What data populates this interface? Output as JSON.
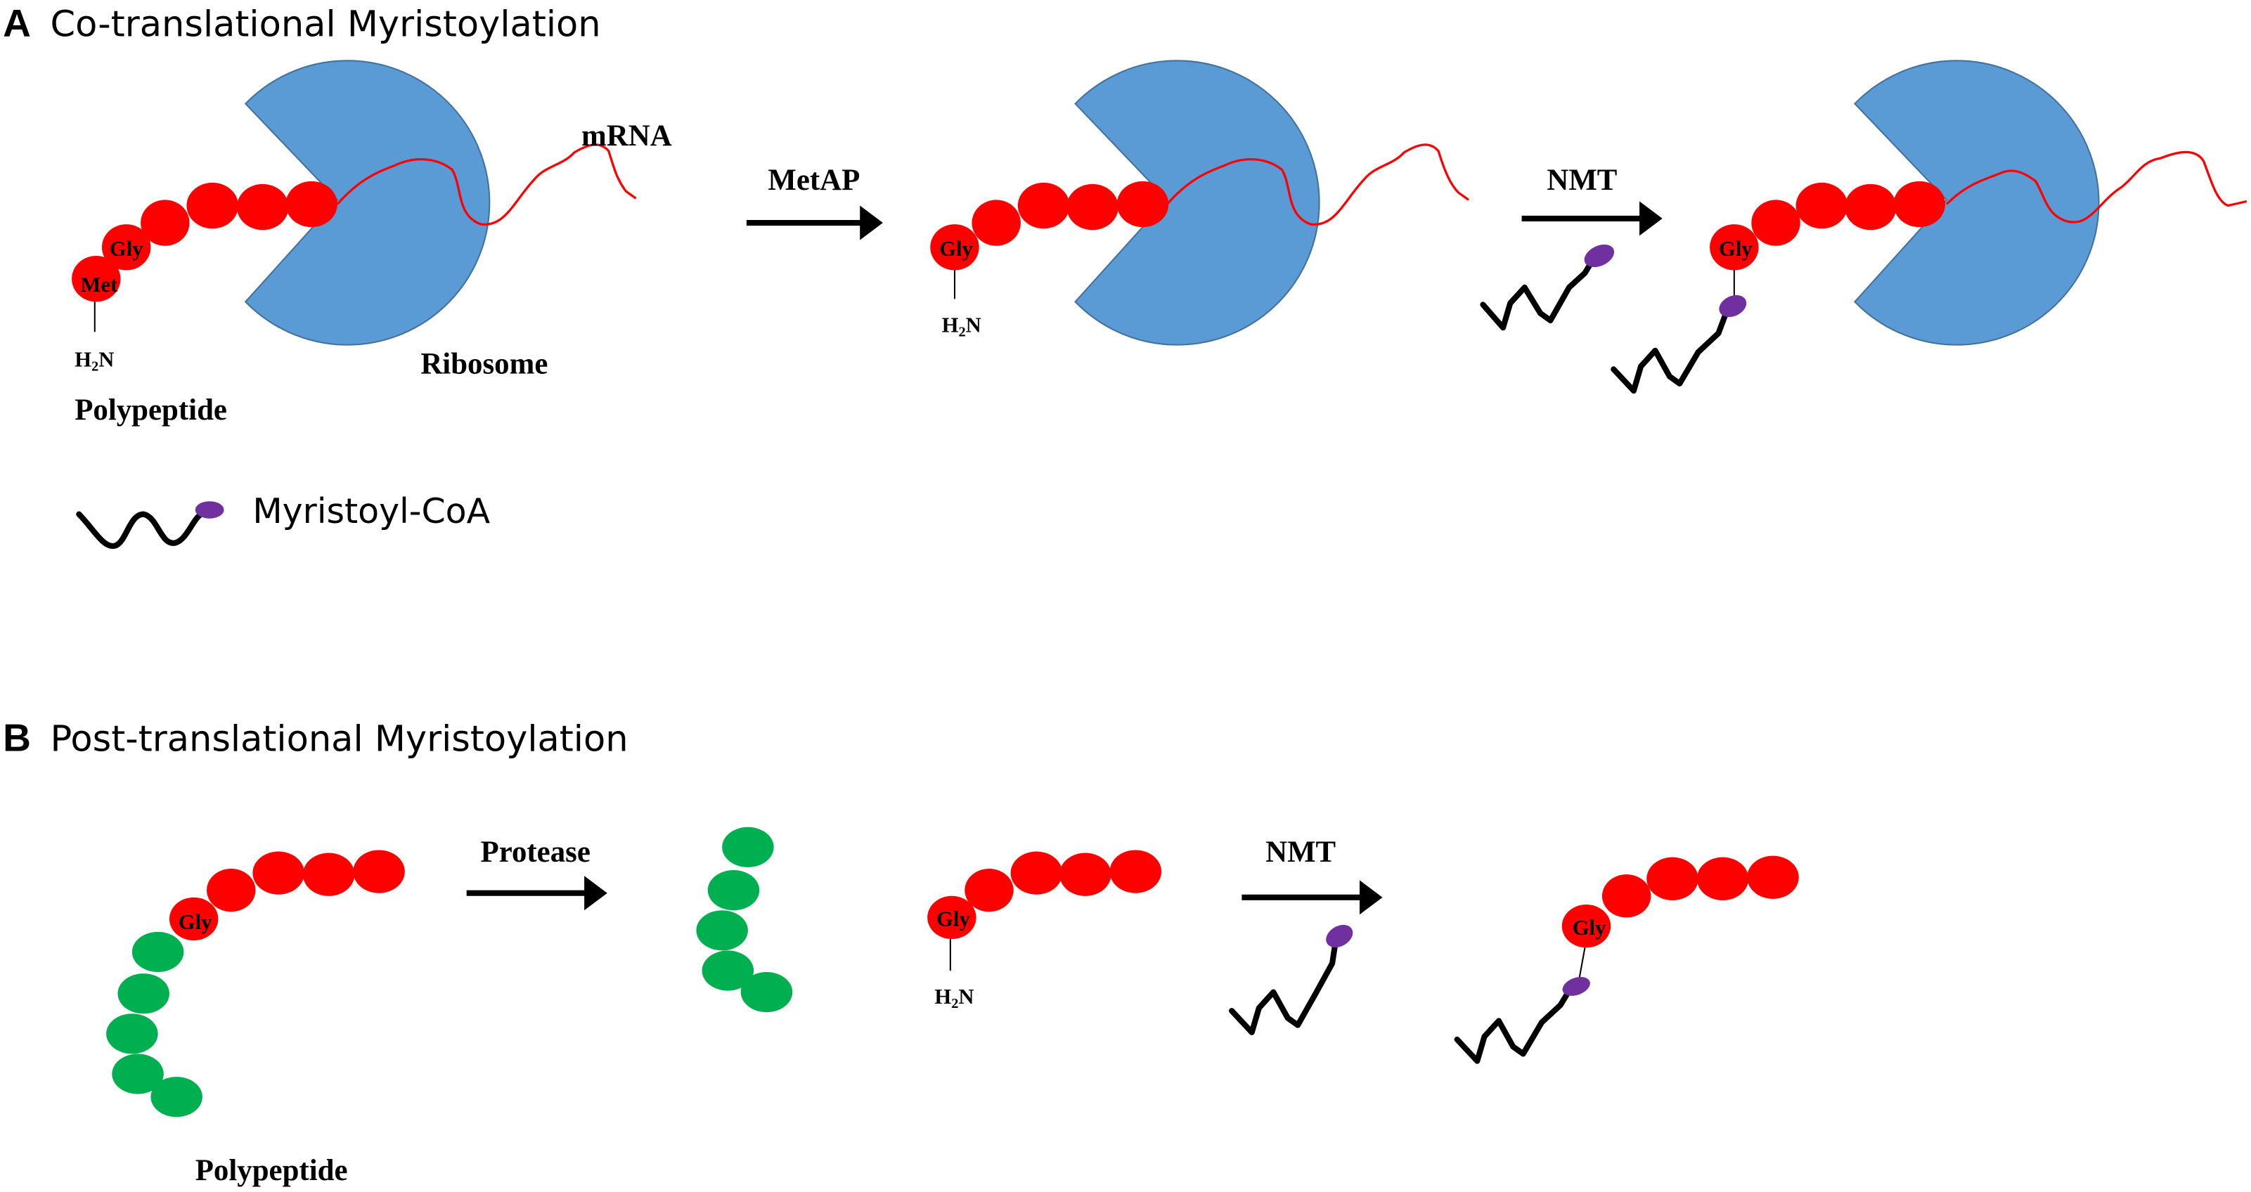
{
  "panel_a": {
    "letter": "A",
    "title": "Co-translational Myristoylation",
    "labels": {
      "mrna": "mRNA",
      "ribosome": "Ribosome",
      "polypeptide": "Polypeptide",
      "met": "Met",
      "gly": "Gly",
      "h2n_h": "H",
      "h2n_sub": "2",
      "h2n_n": "N"
    },
    "arrows": [
      "MetAP",
      "NMT"
    ],
    "legend": "Myristoyl-CoA"
  },
  "panel_b": {
    "letter": "B",
    "title": "Post-translational Myristoylation",
    "labels": {
      "polypeptide": "Polypeptide",
      "gly": "Gly",
      "h2n_h": "H",
      "h2n_sub": "2",
      "h2n_n": "N"
    },
    "arrows": [
      "Protease",
      "NMT"
    ]
  },
  "colors": {
    "ribosome": "#5b9bd5",
    "amino_acid": "#ff0000",
    "cleaved_fragment": "#00b050",
    "myristoyl_head": "#7030a0"
  }
}
